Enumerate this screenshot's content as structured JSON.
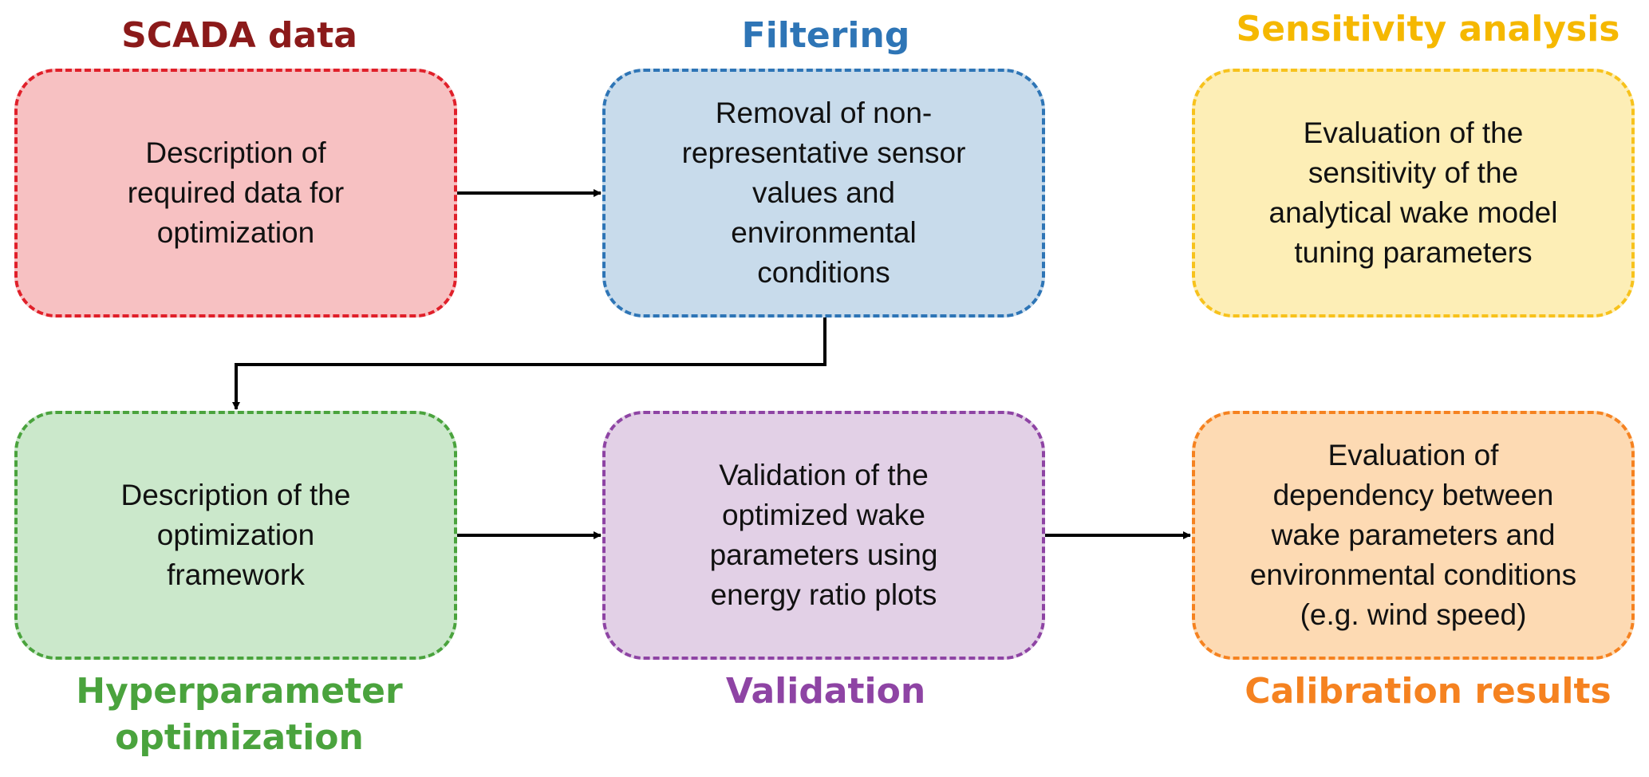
{
  "headings": {
    "scada": "SCADA data",
    "filtering": "Filtering",
    "sensitivity": "Sensitivity analysis",
    "hyperparameter": "Hyperparameter\noptimization",
    "validation": "Validation",
    "calibration": "Calibration results"
  },
  "boxes": {
    "scada": "Description of\nrequired data for\noptimization",
    "filtering": "Removal of non-\nrepresentative sensor\nvalues and\nenvironmental\nconditions",
    "sensitivity": "Evaluation of the\nsensitivity of the\nanalytical wake model\ntuning parameters",
    "hyperparameter": "Description of the\noptimization\nframework",
    "validation": "Validation of the\noptimized wake\nparameters using\nenergy ratio plots",
    "calibration": "Evaluation of\ndependency between\nwake parameters and\nenvironmental conditions\n(e.g. wind speed)"
  },
  "colors": {
    "scada": {
      "heading": "#8b1a1a",
      "border": "#e0202a",
      "fill": "#f7c1c2"
    },
    "filtering": {
      "heading": "#2e75b6",
      "border": "#2e75b6",
      "fill": "#c8dbeb"
    },
    "sensitivity": {
      "heading": "#f5b800",
      "border": "#f7c21c",
      "fill": "#fdeeb6"
    },
    "hyperparameter": {
      "heading": "#4aa33d",
      "border": "#4aa33d",
      "fill": "#cbe8cb"
    },
    "validation": {
      "heading": "#8e44a4",
      "border": "#8e44a4",
      "fill": "#e2d0e6"
    },
    "calibration": {
      "heading": "#f58220",
      "border": "#f58220",
      "fill": "#fddab3"
    }
  }
}
